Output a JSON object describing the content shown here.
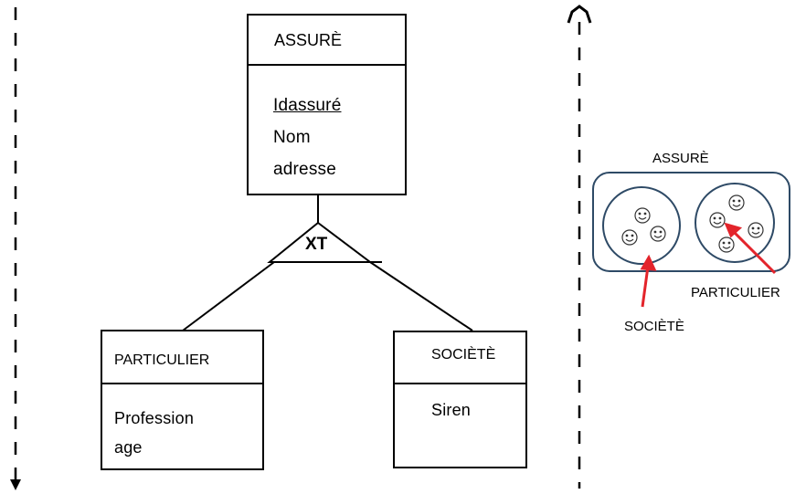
{
  "parent_entity": {
    "name": "ASSURÈ",
    "attributes": [
      {
        "text": "Idassuré",
        "primary_key": true
      },
      {
        "text": "Nom",
        "primary_key": false
      },
      {
        "text": "adresse",
        "primary_key": false
      }
    ]
  },
  "specialization": {
    "constraint": "XT"
  },
  "child_left": {
    "name": "PARTICULIER",
    "attributes": [
      "Profession",
      "age"
    ]
  },
  "child_right": {
    "name": "SOCIÈTÈ",
    "attributes": [
      "Siren"
    ]
  },
  "venn": {
    "outer_label": "ASSURÈ",
    "left_label": "SOCIÈTÈ",
    "right_label": "PARTICULIER",
    "left_member_count": 3,
    "right_member_count": 4,
    "arrow_color": "#e3242b",
    "outline_color": "#2e4a66"
  },
  "arrows": {
    "left": "down",
    "right": "up",
    "style": "dashed"
  }
}
